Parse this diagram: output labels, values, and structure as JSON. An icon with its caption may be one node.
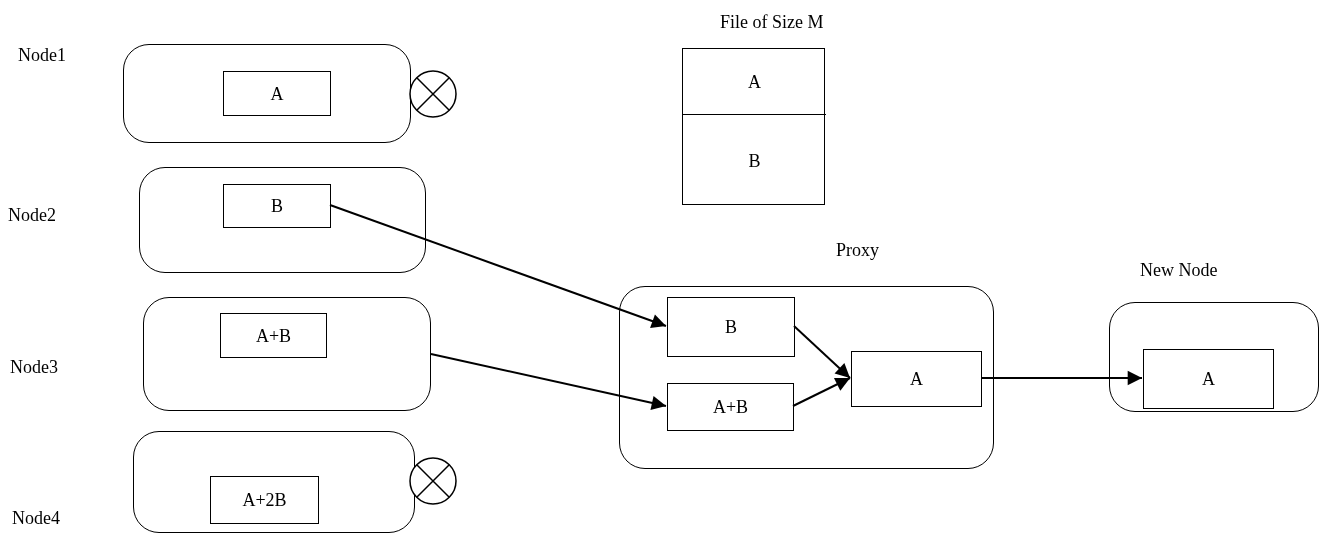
{
  "diagram": {
    "nodes": [
      {
        "text": [
          "Node1"
        ]
      },
      {
        "text": [
          "A"
        ],
        "in": 0
      },
      {
        "text": [
          "Node2"
        ]
      },
      {
        "text": [
          "B"
        ],
        "in": 2
      },
      {
        "text": [
          "Node3"
        ]
      },
      {
        "text": [
          "A+B"
        ],
        "in": 4
      },
      {
        "text": [
          "Node4"
        ]
      },
      {
        "text": [
          "A+2B"
        ],
        "in": 6
      },
      {
        "text": [
          "File of Size M"
        ]
      },
      {
        "text": [
          "A"
        ],
        "in": 8
      },
      {
        "text": [
          "B"
        ],
        "in": 8
      },
      {
        "text": [
          "Proxy"
        ]
      },
      {
        "text": [
          "B"
        ],
        "in": 11
      },
      {
        "text": [
          "A+B"
        ],
        "in": 11
      },
      {
        "text": [
          "A"
        ],
        "in": 11
      },
      {
        "text": [
          "New Node"
        ]
      },
      {
        "text": [
          "A"
        ],
        "in": 15
      }
    ],
    "edges": [
      {
        "from": 3,
        "to": 12,
        "arrow": "to"
      },
      {
        "from": 4,
        "to": 13,
        "arrow": "to"
      },
      {
        "from": 12,
        "to": 14,
        "arrow": "to"
      },
      {
        "from": 13,
        "to": 14,
        "arrow": "to"
      },
      {
        "from": 14,
        "to": 16,
        "arrow": "to"
      }
    ]
  }
}
